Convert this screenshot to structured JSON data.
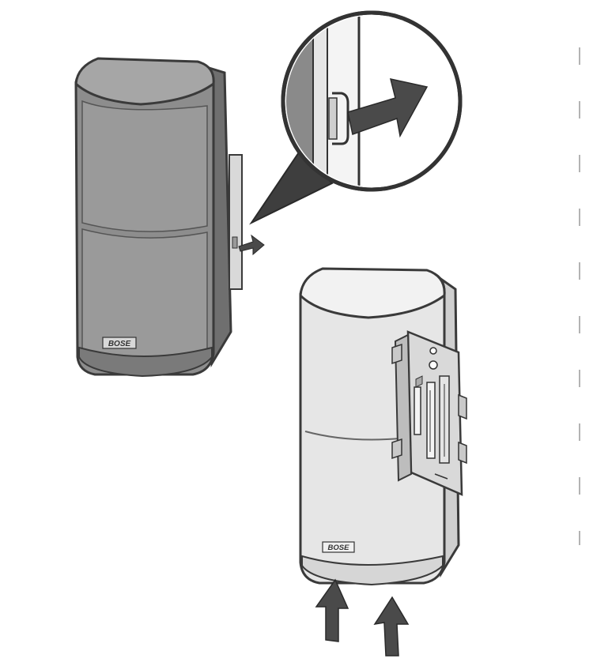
{
  "brand": {
    "logo_text": "BOSE"
  },
  "colors": {
    "outline": "#3a3a3a",
    "speaker_dark_fill": "#8d8d8d",
    "speaker_dark_top": "#a6a6a6",
    "speaker_light_fill": "#e6e6e6",
    "speaker_light_top": "#f2f2f2",
    "arrow_fill": "#4a4a4a",
    "bracket_fill": "#d9d9d9"
  },
  "steps": [
    {
      "name": "slide-speaker-out",
      "arrow": "right-arrow-icon"
    },
    {
      "name": "push-speaker-up",
      "arrow": "up-arrow-icon"
    }
  ]
}
